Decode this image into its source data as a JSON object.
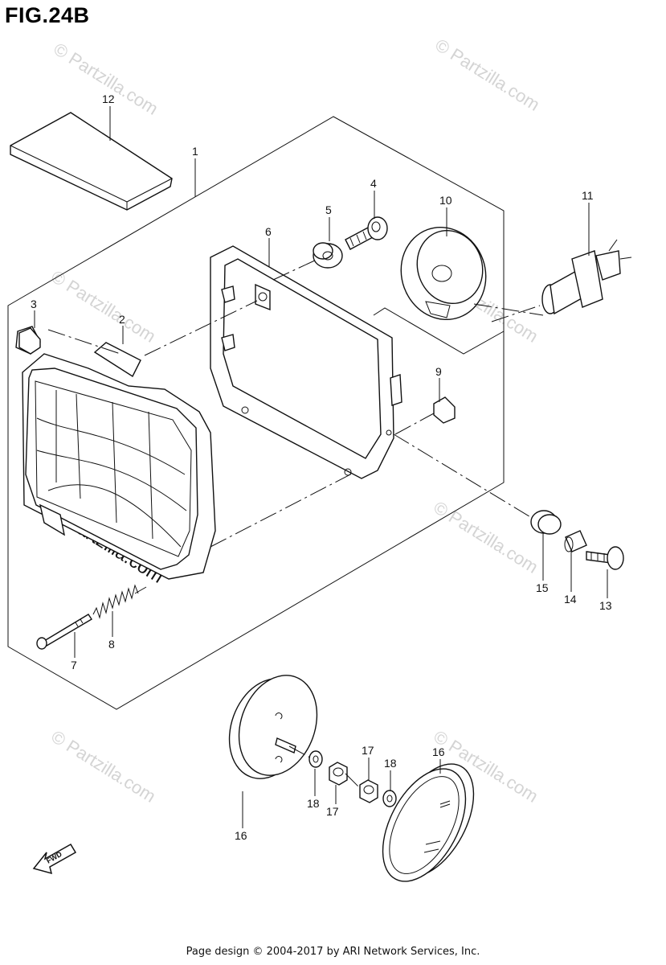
{
  "figure": {
    "title": "FIG.24B"
  },
  "footer": {
    "text": "Page design © 2004-2017 by ARI Network Services, Inc."
  },
  "watermark": {
    "text": "© Partzilla.com",
    "color": "#d4d4d4"
  },
  "fwd_label": "FWD",
  "callouts": {
    "c1": "1",
    "c2": "2",
    "c3": "3",
    "c4": "4",
    "c5": "5",
    "c6": "6",
    "c7": "7",
    "c8": "8",
    "c9": "9",
    "c10": "10",
    "c11": "11",
    "c12": "12",
    "c13": "13",
    "c14": "14",
    "c15": "15",
    "c16a": "16",
    "c16b": "16",
    "c17a": "17",
    "c17b": "17",
    "c18a": "18",
    "c18b": "18"
  }
}
